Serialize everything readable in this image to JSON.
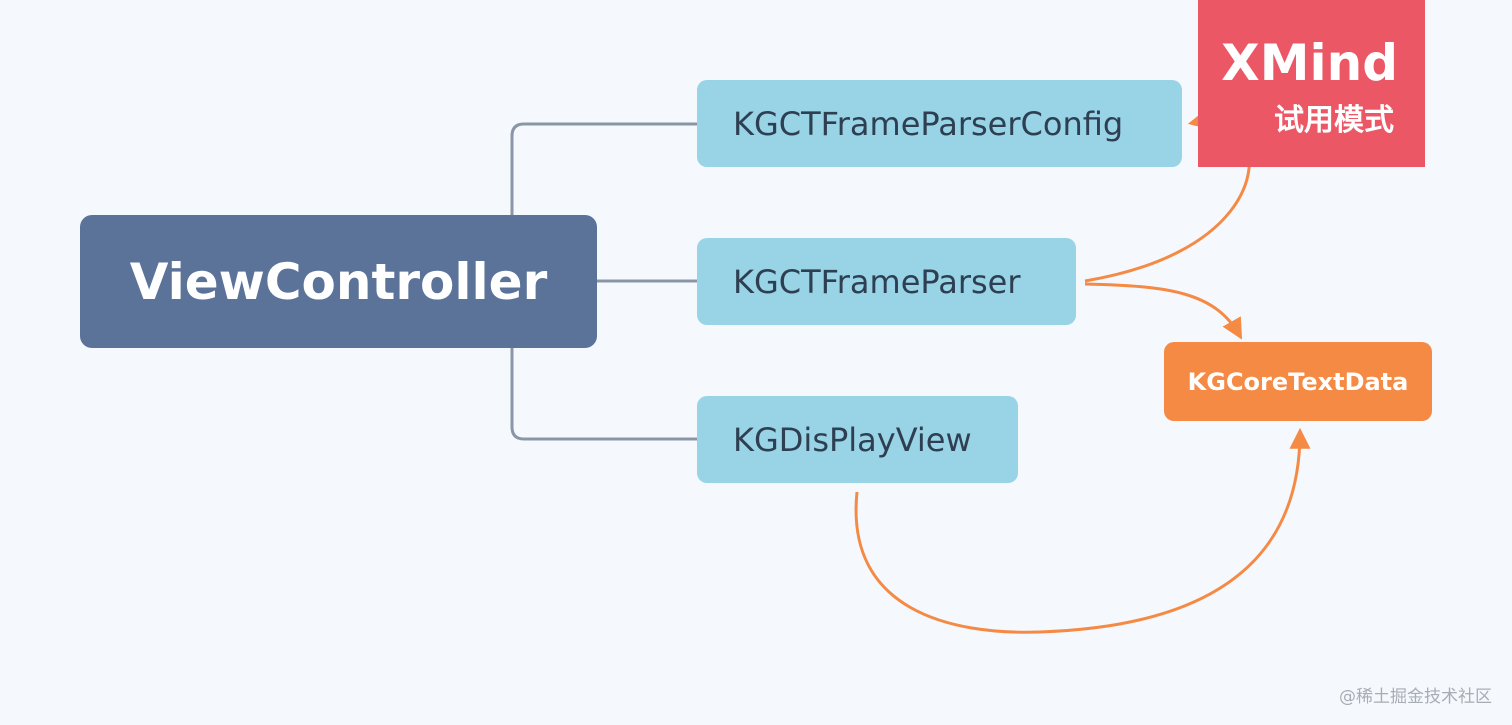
{
  "root": {
    "label": "ViewController"
  },
  "children": [
    {
      "label": "KGCTFrameParserConfig"
    },
    {
      "label": "KGCTFrameParser"
    },
    {
      "label": "KGDisPlayView"
    }
  ],
  "floating_topic": {
    "label": "KGCoreTextData"
  },
  "relationships": [
    {
      "from": "KGCTFrameParser",
      "to": "KGCTFrameParserConfig"
    },
    {
      "from": "KGCTFrameParser",
      "to": "KGCoreTextData"
    },
    {
      "from": "KGDisPlayView",
      "to": "KGCoreTextData"
    }
  ],
  "trial_badge": {
    "title": "XMind",
    "subtitle": "试用模式"
  },
  "credit": "@稀土掘金技术社区",
  "colors": {
    "background": "#f5f9fd",
    "root": "#5b7399",
    "child": "#98d3e6",
    "child_text": "#2e3f52",
    "floating": "#f58a45",
    "relationship": "#f58a45",
    "connector": "#8a96a8",
    "badge": "#ec5766"
  }
}
